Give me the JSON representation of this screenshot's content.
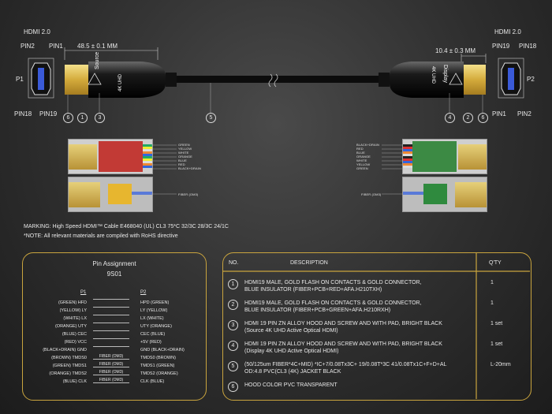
{
  "header": {
    "left_title": "HDMI 2.0",
    "right_title": "HDMI 2.0",
    "left_dim": "48.5 ± 0.1 MM",
    "right_dim": "10.4 ± 0.3 MM"
  },
  "pins": {
    "left": {
      "pin2": "PIN2",
      "pin1": "PIN1",
      "port": "P1",
      "pin18": "PIN18",
      "pin19": "PIN19"
    },
    "right": {
      "pin19": "PIN19",
      "pin18": "PIN18",
      "port": "P2",
      "pin1": "PIN1",
      "pin2": "PIN2"
    }
  },
  "callouts": {
    "left": [
      "6",
      "1",
      "3"
    ],
    "middle": "5",
    "right": [
      "4",
      "2",
      "6"
    ]
  },
  "connector_labels": {
    "left_source": "Source",
    "left_uhd": "4K UHD",
    "right_display": "Display",
    "right_uhd": "4K UHD"
  },
  "wires_left": [
    "GREEN",
    "YELLOW",
    "WHITE",
    "ORANGE",
    "BLUE",
    "RED",
    "BLACK+DRAIN"
  ],
  "wires_right": [
    "BLACK+DRAIN",
    "RED",
    "BLUE",
    "ORANGE",
    "WHITE",
    "YELLOW",
    "GREEN"
  ],
  "fiber_left": "FIBER (OM3)",
  "fiber_right": "FIBER (OM3)",
  "marking": "MARKING: High Speed HDMI™ Cable E468040 (UL) CL3 75*C 32/3C 28/3C 24/1C",
  "note": "*NOTE: All relevant materials are compiled with RoHS directive",
  "pin_assignment": {
    "title": "Pin Assignment",
    "subtitle": "9S01",
    "p1_header": "P1",
    "p2_header": "P2",
    "rows": [
      {
        "p1": "(GREEN) HFD",
        "mid": "",
        "p2": "HPD (GREEN)"
      },
      {
        "p1": "(YELLOW) LY",
        "mid": "",
        "p2": "LY (YELLOW)"
      },
      {
        "p1": "(WHITE) LX",
        "mid": "",
        "p2": "LX (WHITE)"
      },
      {
        "p1": "(ORANGE) UTY",
        "mid": "",
        "p2": "UTY (ORANGE)"
      },
      {
        "p1": "(BLUE) CEC",
        "mid": "",
        "p2": "CEC (BLUE)"
      },
      {
        "p1": "(RED) VCC",
        "mid": "",
        "p2": "+5V (RED)"
      },
      {
        "p1": "(BLACK+DRAIN) GND",
        "mid": "",
        "p2": "GND (BLACK+DRAIN)"
      },
      {
        "p1": "(BROWN) TMDS0",
        "mid": "FIBER (OM3)",
        "p2": "TMDS0 (BROWN)"
      },
      {
        "p1": "(GREEN) TMDS1",
        "mid": "FIBER (OM3)",
        "p2": "TMDS1 (GREEN)"
      },
      {
        "p1": "(ORANGE) TMDS2",
        "mid": "FIBER (OM3)",
        "p2": "TMDS2 (ORANGE)"
      },
      {
        "p1": "(BLUE) CLK",
        "mid": "FIBER (OM3)",
        "p2": "CLK (BLUE)"
      }
    ]
  },
  "bom": {
    "headers": {
      "no": "NO.",
      "desc": "DESCRIPTION",
      "qty": "Q'TY"
    },
    "rows": [
      {
        "no": "1",
        "line1": "HDMI19 MALE, GOLD FLASH ON CONTACTS & GOLD CONNECTOR,",
        "line2": "BLUE INSULATOR (FIBER+PCB+RED+AFA.H210TXH)",
        "qty": "1"
      },
      {
        "no": "2",
        "line1": "HDMI19 MALE, GOLD FLASH ON CONTACTS & GOLD CONNECTOR,",
        "line2": "BLUE INSULATOR (FIBER+PCB+GREEN+AFA.H210RXH)",
        "qty": "1"
      },
      {
        "no": "3",
        "line1": "HDMI 19 PIN ZN ALLOY HOOD AND SCREW AND WITH PAD, BRIGHT BLACK",
        "line2": "(Source 4K UHD Active Optical HDMI)",
        "qty": "1 set"
      },
      {
        "no": "4",
        "line1": "HDMI 19 PIN ZN ALLOY HOOD AND SCREW AND WITH PAD, BRIGHT BLACK",
        "line2": "(Display 4K UHD Active Optical HDMI)",
        "qty": "1 set"
      },
      {
        "no": "5",
        "line1": "(50/125um FIBER*4C+MID) *IC+7/0.08Tx3C+ 19/0.08T*3C 41/0.08Tx1C+F+D+AL",
        "line2": "OD:4.8 PVC(CL3 (4K) JACKET BLACK",
        "qty": "L-20mm"
      },
      {
        "no": "6",
        "line1": "HOOD COLOR PVC TRANSPARENT",
        "line2": "",
        "qty": ""
      }
    ]
  },
  "colors": {
    "gold": "#c9a43e",
    "gold_plug": "#e2c25a",
    "background": "#2e2e2e",
    "text": "#e8e8e8"
  }
}
